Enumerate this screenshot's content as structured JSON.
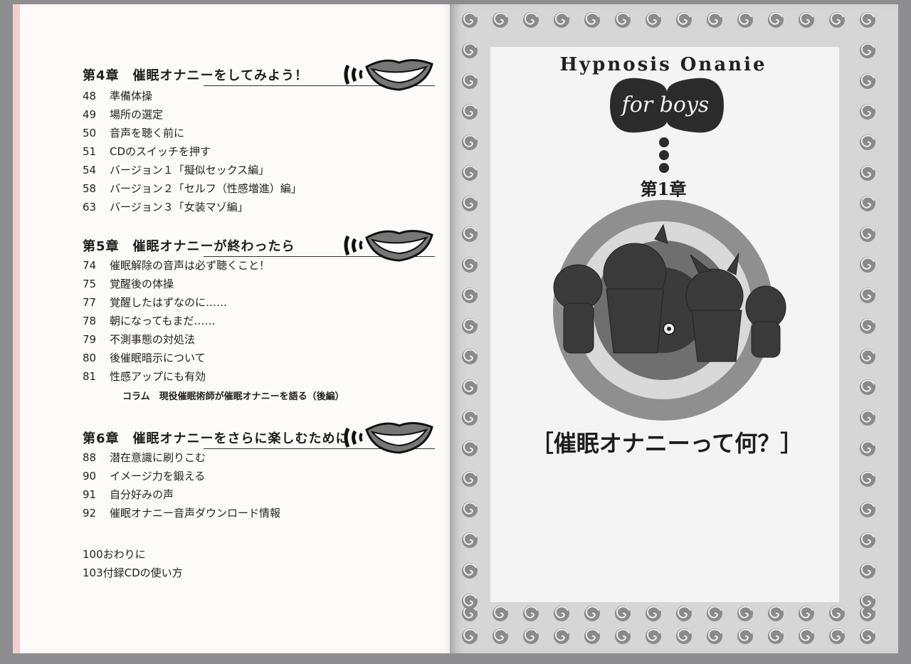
{
  "toc": {
    "chapters": [
      {
        "title": "第4章　催眠オナニーをしてみよう！",
        "entries": [
          {
            "page": "48",
            "text": "準備体操"
          },
          {
            "page": "49",
            "text": "場所の選定"
          },
          {
            "page": "50",
            "text": "音声を聴く前に"
          },
          {
            "page": "51",
            "text": "CDのスイッチを押す"
          },
          {
            "page": "54",
            "text": "バージョン１「擬似セックス編」"
          },
          {
            "page": "58",
            "text": "バージョン２「セルフ（性感増進）編」"
          },
          {
            "page": "63",
            "text": "バージョン３「女装マゾ編」"
          }
        ]
      },
      {
        "title": "第5章　催眠オナニーが終わったら",
        "entries": [
          {
            "page": "74",
            "text": "催眠解除の音声は必ず聴くこと！"
          },
          {
            "page": "75",
            "text": "覚醒後の体操"
          },
          {
            "page": "77",
            "text": "覚醒したはずなのに……"
          },
          {
            "page": "78",
            "text": "朝になってもまだ……"
          },
          {
            "page": "79",
            "text": "不測事態の対処法"
          },
          {
            "page": "80",
            "text": "後催眠暗示について"
          },
          {
            "page": "81",
            "text": "性感アップにも有効"
          }
        ],
        "column": "コラム　現役催眠術師が催眠オナニーを語る（後編）"
      },
      {
        "title": "第6章　催眠オナニーをさらに楽しむために",
        "entries": [
          {
            "page": "88",
            "text": "潜在意識に刷りこむ"
          },
          {
            "page": "90",
            "text": "イメージ力を鍛える"
          },
          {
            "page": "91",
            "text": "自分好みの声"
          },
          {
            "page": "92",
            "text": "催眠オナニー音声ダウンロード情報"
          }
        ]
      }
    ],
    "tail": [
      {
        "page": "100",
        "text": "おわりに"
      },
      {
        "page": "103",
        "text": "付録CDの使い方"
      }
    ]
  },
  "cover": {
    "title": "Hypnosis Onanie",
    "subtitle": "for boys",
    "chapter": "第1章",
    "heading": "［催眠オナニーって何？］"
  },
  "colors": {
    "ink": "#1e1e1e",
    "page_left": "#fcfbf9",
    "page_right": "#d6d6d6",
    "page_edge": "#f2d0d0"
  }
}
